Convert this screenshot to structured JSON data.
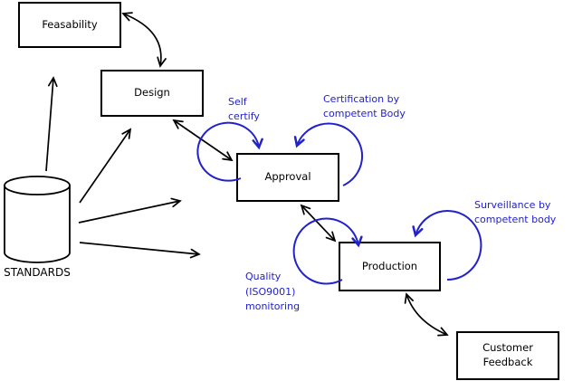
{
  "diagram_type": "process-flow-diagram",
  "nodes": {
    "feasability": {
      "label": "Feasability"
    },
    "design": {
      "label": "Design"
    },
    "approval": {
      "label": "Approval"
    },
    "production": {
      "label": "Production"
    },
    "customer_feedback": {
      "line1": "Customer",
      "line2": "Feedback"
    }
  },
  "datastore": {
    "label": "STANDARDS",
    "shape": "cylinder"
  },
  "annotations": {
    "self_certify": {
      "line1": "Self",
      "line2": "certify"
    },
    "certification": {
      "line1": "Certification by",
      "line2": "competent Body"
    },
    "surveillance": {
      "line1": "Surveillance by",
      "line2": "competent body"
    },
    "quality": {
      "line1": "Quality",
      "line2": "(ISO9001)",
      "line3": "monitoring"
    }
  },
  "edges": [
    {
      "from": "STANDARDS",
      "to": "Feasability",
      "style": "single-arrow",
      "color": "#000000"
    },
    {
      "from": "STANDARDS",
      "to": "Design",
      "style": "single-arrow",
      "color": "#000000"
    },
    {
      "from": "STANDARDS",
      "to": "Approval",
      "style": "single-arrow",
      "color": "#000000"
    },
    {
      "from": "STANDARDS",
      "to": "Production",
      "style": "single-arrow",
      "color": "#000000"
    },
    {
      "from": "Feasability",
      "to": "Design",
      "style": "double-arrow-curved",
      "color": "#000000"
    },
    {
      "from": "Design",
      "to": "Approval",
      "style": "double-arrow",
      "color": "#000000"
    },
    {
      "from": "Approval",
      "to": "Production",
      "style": "double-arrow",
      "color": "#000000"
    },
    {
      "from": "Production",
      "to": "Customer Feedback",
      "style": "double-arrow-curved",
      "color": "#000000"
    },
    {
      "node": "Approval",
      "loop": "Self certify",
      "side": "left",
      "color": "#2222cc"
    },
    {
      "node": "Approval",
      "loop": "Certification by competent Body",
      "side": "right",
      "color": "#2222cc"
    },
    {
      "node": "Production",
      "loop": "Quality (ISO9001) monitoring",
      "side": "left",
      "color": "#2222cc"
    },
    {
      "node": "Production",
      "loop": "Surveillance by competent body",
      "side": "right",
      "color": "#2222cc"
    }
  ],
  "colors": {
    "line_black": "#000000",
    "annotation_blue": "#2222cc",
    "background": "#ffffff"
  }
}
